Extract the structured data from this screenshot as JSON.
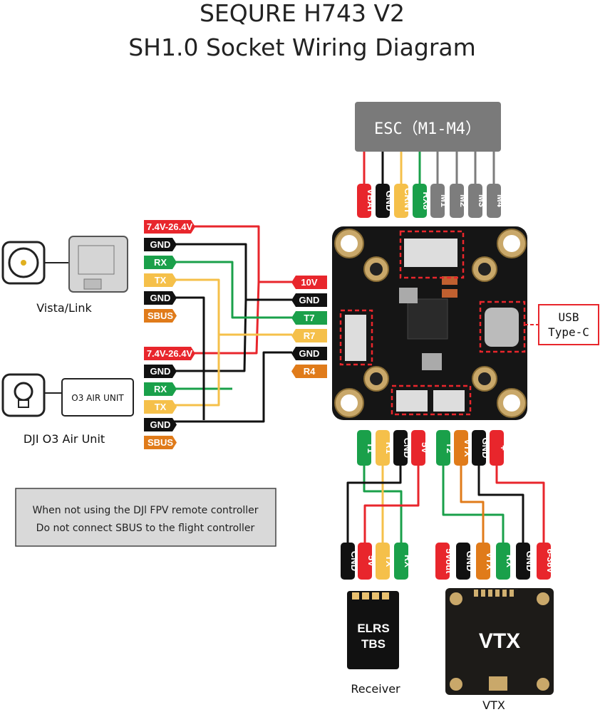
{
  "title": {
    "line1": "SEQURE H743 V2",
    "line2": "SH1.0 Socket Wiring Diagram"
  },
  "esc": {
    "label": "ESC（M1-M4）",
    "pins": [
      {
        "label": "VBAT",
        "color": "#e8262c"
      },
      {
        "label": "GND",
        "color": "#111111"
      },
      {
        "label": "CRNT",
        "color": "#f5c04a"
      },
      {
        "label": "RX8",
        "color": "#1aa04a"
      },
      {
        "label": "M1",
        "color": "#7d7d7d"
      },
      {
        "label": "M2",
        "color": "#7d7d7d"
      },
      {
        "label": "M3",
        "color": "#7d7d7d"
      },
      {
        "label": "M4",
        "color": "#7d7d7d"
      }
    ]
  },
  "vista": {
    "label": "Vista/Link",
    "pins": [
      {
        "label": "7.4V-26.4V",
        "color": "#e8262c"
      },
      {
        "label": "GND",
        "color": "#111111"
      },
      {
        "label": "RX",
        "color": "#1aa04a"
      },
      {
        "label": "TX",
        "color": "#f5c04a"
      },
      {
        "label": "GND",
        "color": "#111111"
      },
      {
        "label": "SBUS",
        "color": "#e07b1a"
      }
    ]
  },
  "o3": {
    "label": "DJI O3 Air Unit",
    "unit_text": "O3 AIR UNIT",
    "pins": [
      {
        "label": "7.4V-26.4V",
        "color": "#e8262c"
      },
      {
        "label": "GND",
        "color": "#111111"
      },
      {
        "label": "RX",
        "color": "#1aa04a"
      },
      {
        "label": "TX",
        "color": "#f5c04a"
      },
      {
        "label": "GND",
        "color": "#111111"
      },
      {
        "label": "SBUS",
        "color": "#e07b1a"
      }
    ]
  },
  "fc_left_pins": [
    {
      "label": "10V",
      "color": "#e8262c"
    },
    {
      "label": "GND",
      "color": "#111111"
    },
    {
      "label": "T7",
      "color": "#1aa04a"
    },
    {
      "label": "R7",
      "color": "#f5c04a"
    },
    {
      "label": "GND",
      "color": "#111111"
    },
    {
      "label": "R4",
      "color": "#e07b1a"
    }
  ],
  "fc_bottom_pins": [
    {
      "label": "T1",
      "color": "#1aa04a"
    },
    {
      "label": "R1",
      "color": "#f5c04a"
    },
    {
      "label": "CND",
      "color": "#111111"
    },
    {
      "label": "5V",
      "color": "#e8262c"
    },
    {
      "label": "T2",
      "color": "#1aa04a"
    },
    {
      "label": "VTX",
      "color": "#e07b1a"
    },
    {
      "label": "GND",
      "color": "#111111"
    },
    {
      "label": "+",
      "color": "#e8262c"
    }
  ],
  "receiver": {
    "label": "Receiver",
    "text1": "ELRS",
    "text2": "TBS",
    "pins": [
      {
        "label": "CND",
        "color": "#111111"
      },
      {
        "label": "5V",
        "color": "#e8262c"
      },
      {
        "label": "TX",
        "color": "#f5c04a"
      },
      {
        "label": "RX",
        "color": "#1aa04a"
      }
    ]
  },
  "vtx": {
    "label": "VTX",
    "text": "VTX",
    "pins": [
      {
        "label": "5Vout",
        "color": "#e8262c"
      },
      {
        "label": "GND",
        "color": "#111111"
      },
      {
        "label": "VTX",
        "color": "#e07b1a"
      },
      {
        "label": "RX",
        "color": "#1aa04a"
      },
      {
        "label": "GND",
        "color": "#111111"
      },
      {
        "label": "6-36V",
        "color": "#e8262c"
      }
    ]
  },
  "usb": {
    "line1": "USB",
    "line2": "Type-C"
  },
  "note": {
    "line1": "When not using the DJl FPV remote controller",
    "line2": "Do not connect SBUS to the flight controller"
  }
}
